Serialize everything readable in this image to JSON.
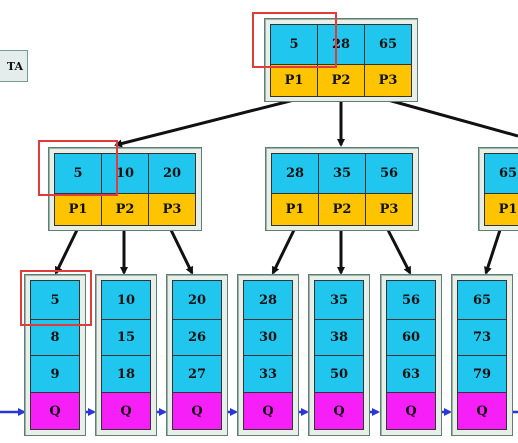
{
  "legend_fragment": "TA",
  "colors": {
    "key": "#21c6ee",
    "pointer": "#ffc400",
    "next_pointer": "#f71ff7",
    "highlight": "#e23b3b",
    "arrow": "#111111",
    "leaf_link": "#2a37d6"
  },
  "root": {
    "keys": [
      "5",
      "28",
      "65"
    ],
    "pointers": [
      "P1",
      "P2",
      "P3"
    ]
  },
  "internal": [
    {
      "keys": [
        "5",
        "10",
        "20"
      ],
      "pointers": [
        "P1",
        "P2",
        "P3"
      ]
    },
    {
      "keys": [
        "28",
        "35",
        "56"
      ],
      "pointers": [
        "P1",
        "P2",
        "P3"
      ]
    },
    {
      "keys": [
        "65"
      ],
      "pointers": [
        "P1"
      ]
    }
  ],
  "leaves": [
    {
      "keys": [
        "5",
        "8",
        "9"
      ],
      "next": "Q"
    },
    {
      "keys": [
        "10",
        "15",
        "18"
      ],
      "next": "Q"
    },
    {
      "keys": [
        "20",
        "26",
        "27"
      ],
      "next": "Q"
    },
    {
      "keys": [
        "28",
        "30",
        "33"
      ],
      "next": "Q"
    },
    {
      "keys": [
        "35",
        "38",
        "50"
      ],
      "next": "Q"
    },
    {
      "keys": [
        "56",
        "60",
        "63"
      ],
      "next": "Q"
    },
    {
      "keys": [
        "65",
        "73",
        "79"
      ],
      "next": "Q"
    }
  ]
}
